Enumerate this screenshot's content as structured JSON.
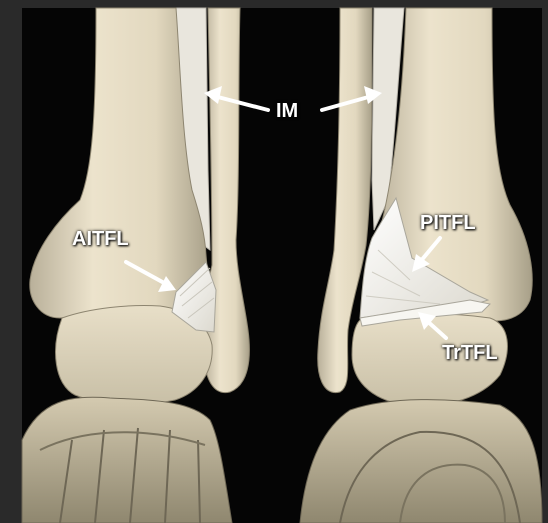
{
  "labels": {
    "im": "IM",
    "aitfl": "AITFL",
    "pitfl": "PITFL",
    "trtfl": "TrTFL"
  },
  "colors": {
    "frame": "#2a2a2a",
    "background": "#050505",
    "bone": "#e6dcc3",
    "bone_shadow": "#a79f88",
    "ligament": "#f3f1ea",
    "label": "#ffffff"
  }
}
